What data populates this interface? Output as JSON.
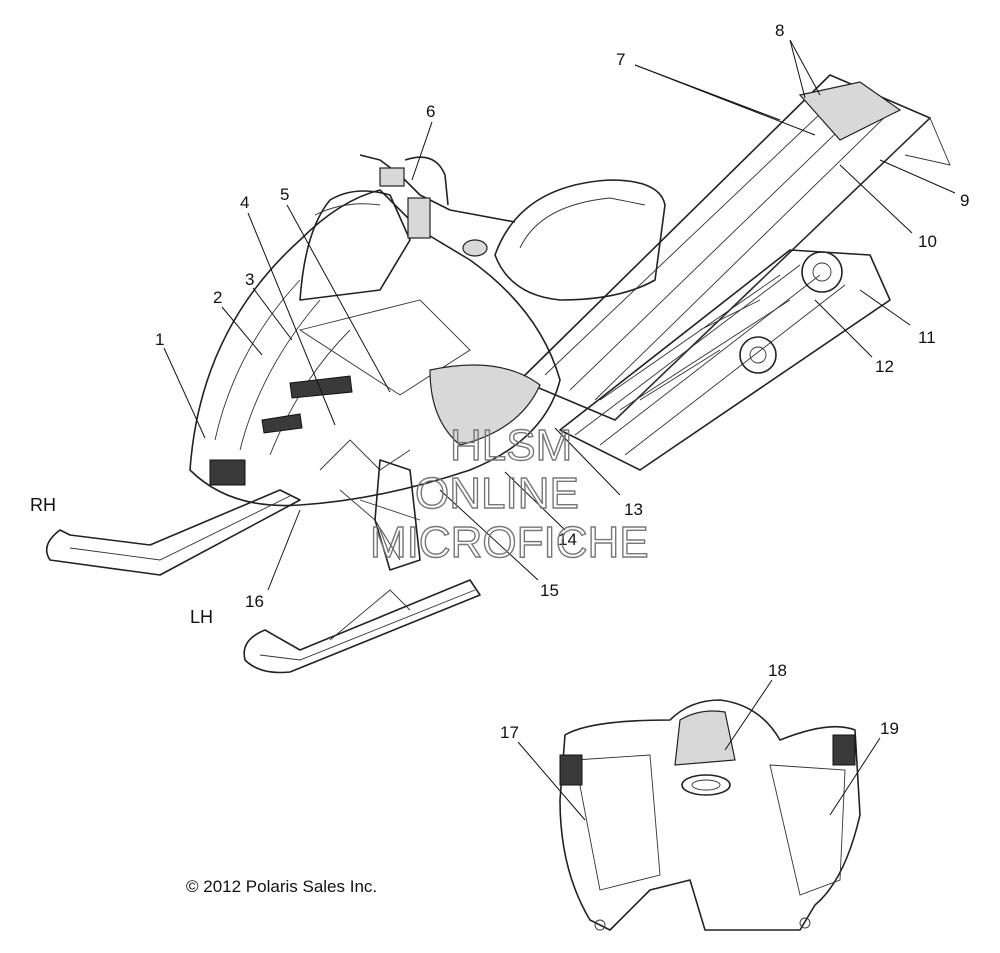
{
  "callouts": {
    "c1": "1",
    "c2": "2",
    "c3": "3",
    "c4": "4",
    "c5": "5",
    "c6": "6",
    "c7": "7",
    "c8": "8",
    "c9": "9",
    "c10": "10",
    "c11": "11",
    "c12": "12",
    "c13": "13",
    "c14": "14",
    "c15": "15",
    "c16": "16",
    "c17": "17",
    "c18": "18",
    "c19": "19"
  },
  "side_labels": {
    "right": "RH",
    "left": "LH"
  },
  "watermark": {
    "line1": "HLSM",
    "line2": "ONLINE",
    "line3": "MICROFICHE"
  },
  "copyright": "© 2012 Polaris Sales Inc."
}
